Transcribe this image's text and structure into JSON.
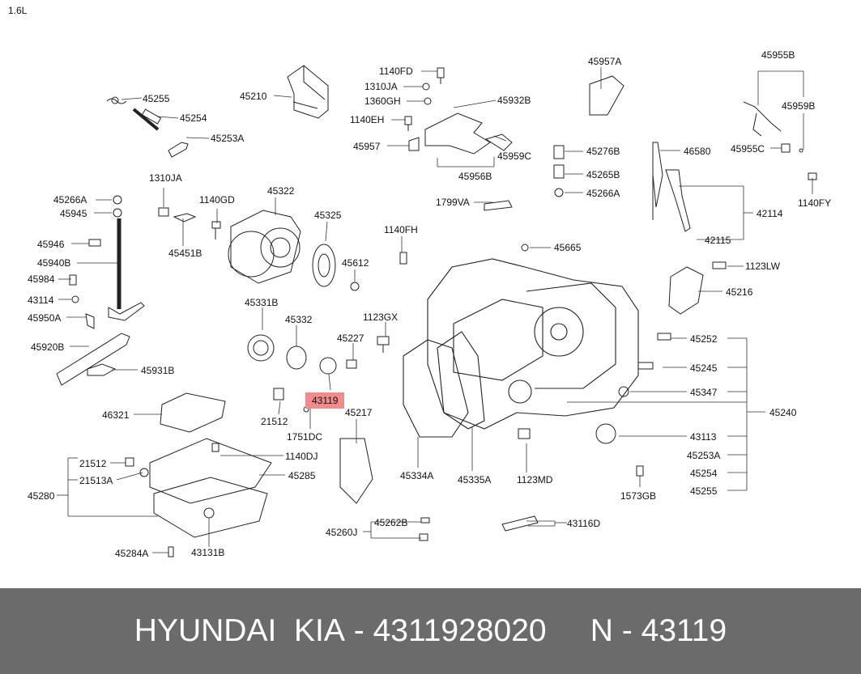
{
  "engine_label": "1.6L",
  "highlight_part": "43119",
  "colors": {
    "highlight": "#f28b8b",
    "footer_bg": "#6b6b6b",
    "footer_text": "#ffffff"
  },
  "parts": {
    "45255": "45255",
    "45254a": "45254",
    "45253A_a": "45253A",
    "45210": "45210",
    "1140FD": "1140FD",
    "1310JA_a": "1310JA",
    "1360GH": "1360GH",
    "1140EH": "1140EH",
    "45957": "45957",
    "45932B": "45932B",
    "45959C": "45959C",
    "45956B": "45956B",
    "45957A": "45957A",
    "45276B": "45276B",
    "45265B": "45265B",
    "45266A_b": "45266A",
    "46580": "46580",
    "45955B": "45955B",
    "45959B": "45959B",
    "45955C": "45955C",
    "1140FY": "1140FY",
    "42114": "42114",
    "42115": "42115",
    "1310JA_b": "1310JA",
    "1140GD": "1140GD",
    "45322": "45322",
    "45451B": "45451B",
    "45266A_a": "45266A",
    "45945": "45945",
    "45946": "45946",
    "45940B": "45940B",
    "45984": "45984",
    "43114": "43114",
    "45950A": "45950A",
    "45920B": "45920B",
    "45931B": "45931B",
    "45325": "45325",
    "45612": "45612",
    "1140FH": "1140FH",
    "1799VA": "1799VA",
    "45665": "45665",
    "1123LW": "1123LW",
    "45216": "45216",
    "45331B": "45331B",
    "45332": "45332",
    "1123GX": "1123GX",
    "45227": "45227",
    "43119": "43119",
    "21512_a": "21512",
    "1751DC": "1751DC",
    "45217": "45217",
    "46321": "46321",
    "45252": "45252",
    "45245": "45245",
    "45347": "45347",
    "45240": "45240",
    "43113": "43113",
    "45253A_b": "45253A",
    "45254b": "45254",
    "45255b": "45255",
    "1573GB": "1573GB",
    "45334A": "45334A",
    "45335A": "45335A",
    "1123MD": "1123MD",
    "21512_b": "21512",
    "21513A": "21513A",
    "1140DJ": "1140DJ",
    "45285": "45285",
    "45280": "45280",
    "45262B": "45262B",
    "45260J": "45260J",
    "43116D": "43116D",
    "45284A": "45284A",
    "43131B": "43131B"
  },
  "footer": {
    "brand": "HYUNDAI",
    "brand2": "KIA",
    "sep1": "-",
    "part_number": "4311928020",
    "n_prefix": "N",
    "sep2": "-",
    "n_number": "43119"
  }
}
